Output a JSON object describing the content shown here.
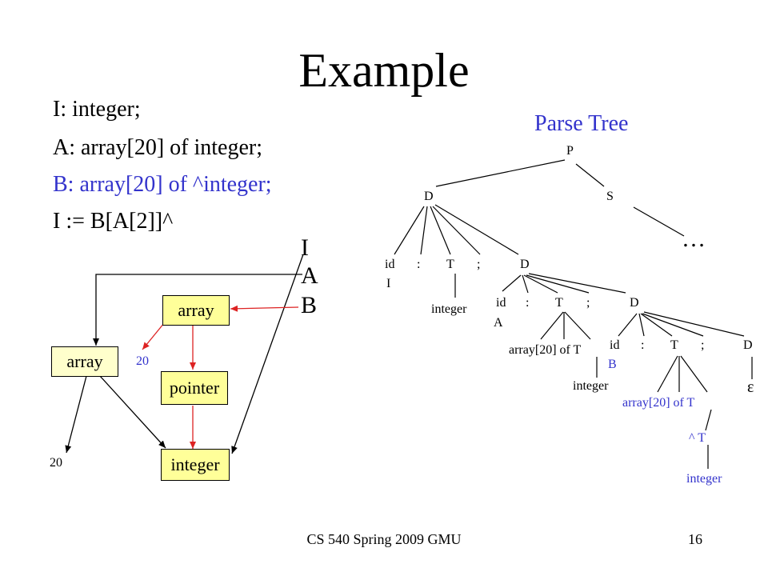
{
  "title": "Example",
  "code": {
    "line1": "I: integer;",
    "line2": "A: array[20] of integer;",
    "line3": "B: array[20] of ^integer;",
    "line4": "I := B[A[2]]^"
  },
  "graph": {
    "var_i": "I",
    "var_a": "A",
    "var_b": "B",
    "array_left": "array",
    "array_right": "array",
    "pointer": "pointer",
    "integer": "integer",
    "size_left": "20",
    "size_right": "20"
  },
  "tree": {
    "heading": "Parse Tree",
    "P": "P",
    "D1": "D",
    "S": "S",
    "ellipsis": "…",
    "l2_id": "id",
    "l2_colon": ":",
    "l2_T": "T",
    "l2_semi": ";",
    "l2_D": "D",
    "l2_I": "I",
    "l2_integer": "integer",
    "l3_id": "id",
    "l3_colon": ":",
    "l3_T": "T",
    "l3_semi": ";",
    "l3_D": "D",
    "l3_A": "A",
    "l3_arr": "array[20]  of T",
    "l3_integer": "integer",
    "l4_id": "id",
    "l4_colon": ":",
    "l4_T": "T",
    "l4_semi": ";",
    "l4_D": "D",
    "l4_B": "B",
    "l4_arr": "array[20]  of T",
    "l4_ptr": "^  T",
    "l4_integer": "integer",
    "epsilon": "ε"
  },
  "footer": {
    "course": "CS 540 Spring 2009 GMU",
    "page": "16"
  },
  "colors": {
    "blue": "#3333cc",
    "red": "#dd2222",
    "box_yellow": "#ffff99"
  }
}
